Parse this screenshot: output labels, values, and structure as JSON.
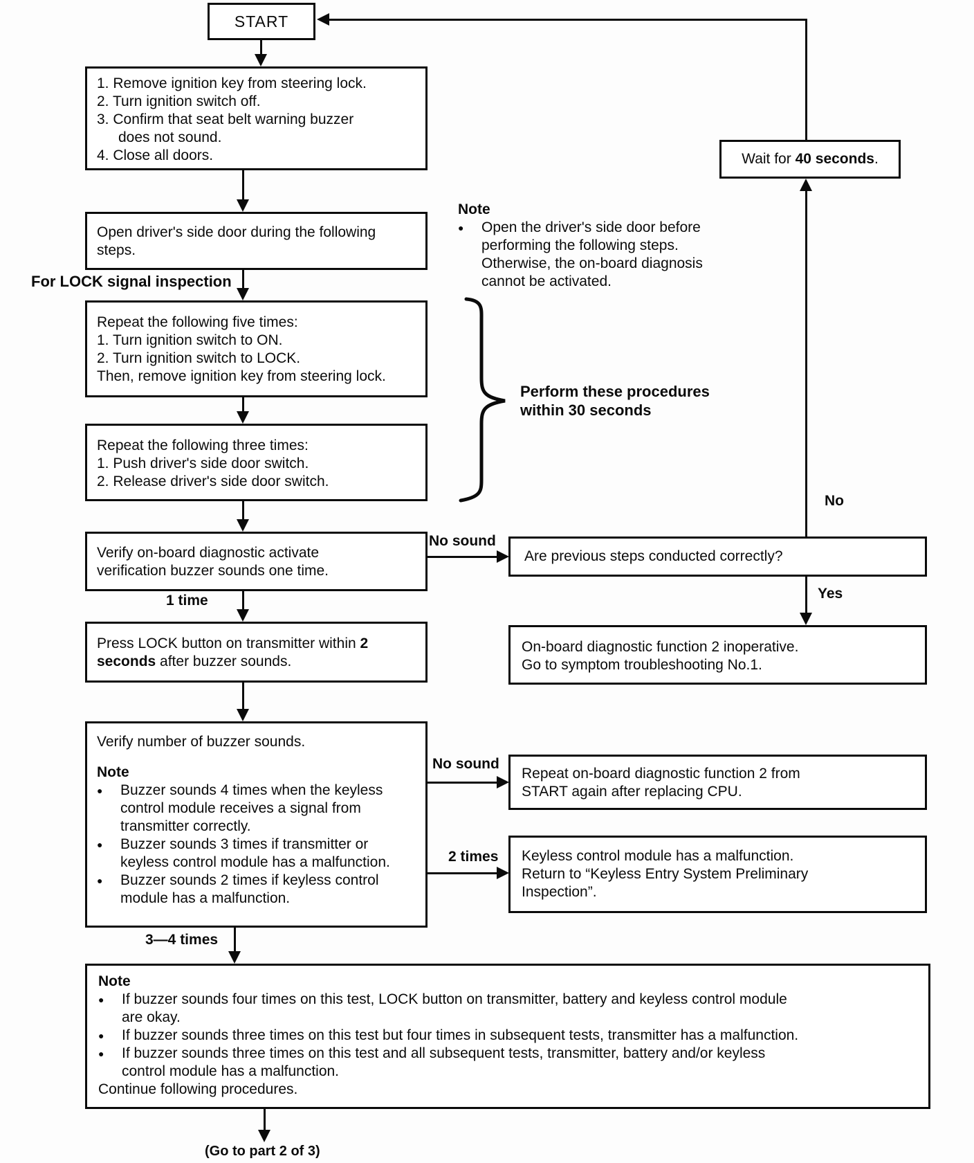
{
  "fc": {
    "start_label": "START",
    "prep": {
      "lines": [
        "1. Remove ignition key from steering lock.",
        "2. Turn ignition switch off.",
        "3. Confirm that seat belt warning buzzer",
        "does not sound.",
        "4. Close all doors."
      ]
    },
    "open_door": {
      "lines": [
        "Open driver's side door during the following",
        "steps."
      ]
    },
    "for_lock_label": "For LOCK signal inspection",
    "repeat_five": {
      "lines": [
        "Repeat the following five times:",
        "1. Turn ignition switch to ON.",
        "2. Turn ignition switch to LOCK.",
        "Then, remove ignition key from steering lock."
      ]
    },
    "repeat_three": {
      "lines": [
        "Repeat the following three times:",
        "1. Push driver's side door switch.",
        "2. Release driver's side door switch."
      ]
    },
    "brace_note": {
      "line1": "Perform these procedures",
      "line2": "within 30 seconds"
    },
    "side_note": {
      "header": "Note",
      "lines": [
        "Open the driver's side door before",
        "performing the following steps.",
        "Otherwise, the on-board diagnosis",
        "cannot be activated."
      ]
    },
    "verify_one": {
      "lines": [
        "Verify on-board diagnostic activate",
        "verification buzzer sounds one time."
      ]
    },
    "wait": {
      "pre": "Wait for ",
      "bold": "40 seconds",
      "post": "."
    },
    "prev_steps": {
      "text": "Are previous steps conducted correctly?"
    },
    "inoperative": {
      "lines": [
        "On-board diagnostic function 2 inoperative.",
        "Go to symptom troubleshooting No.1."
      ]
    },
    "press_lock": {
      "pre": "Press LOCK button on transmitter within ",
      "bold": "2 seconds",
      "post": " after buzzer sounds."
    },
    "verify_count": {
      "title": "Verify number of buzzer sounds.",
      "note_header": "Note",
      "bullet1": [
        "Buzzer sounds 4 times when the keyless",
        "control module receives a signal from",
        "transmitter correctly."
      ],
      "bullet2": [
        "Buzzer sounds 3 times if transmitter or",
        "keyless control module has a malfunction."
      ],
      "bullet3": [
        "Buzzer sounds 2 times if keyless control",
        "module has a malfunction."
      ]
    },
    "repeat_cpu": {
      "lines": [
        "Repeat on-board diagnostic function 2 from",
        "START again after replacing CPU."
      ]
    },
    "keyless_mal": {
      "lines": [
        "Keyless control module has a malfunction.",
        "Return to “Keyless Entry System Preliminary",
        "Inspection”."
      ]
    },
    "bottom_note": {
      "header": "Note",
      "bullet1": [
        "If buzzer sounds four times on this test, LOCK button on transmitter, battery and keyless control module",
        "are okay."
      ],
      "bullet2": [
        "If buzzer sounds three times on this test but four times in subsequent tests, transmitter has a malfunction."
      ],
      "bullet3": [
        "If buzzer sounds three times on this test and all subsequent tests, transmitter, battery and/or keyless",
        "control module has a malfunction."
      ],
      "footer": "Continue following procedures."
    },
    "labels": {
      "no_sound_top": "No sound",
      "one_time": "1 time",
      "no": "No",
      "yes": "Yes",
      "no_sound_mid": "No sound",
      "two_times": "2 times",
      "three_four": "3—4 times",
      "goto_part": "(Go to part 2 of 3)"
    }
  }
}
